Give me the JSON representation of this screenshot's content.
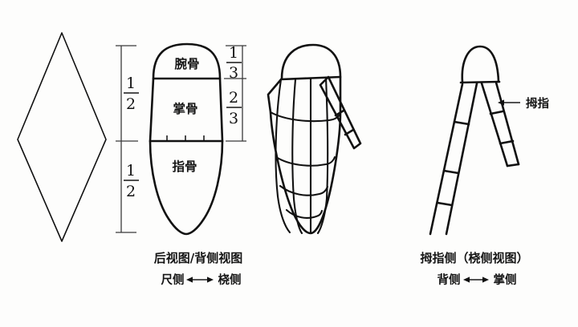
{
  "figure": {
    "title_hidden": "",
    "background_color": "#fdfdfc",
    "ink_color": "#111111"
  },
  "panels": {
    "left_diamond": {
      "name": "rhombus-shape",
      "caption": ""
    },
    "dorsal_view": {
      "bone_labels": {
        "carpal": "腕骨",
        "metacarpal": "掌骨",
        "phalange": "指骨"
      },
      "left_scale": {
        "upper": {
          "numerator": "1",
          "denominator": "2"
        },
        "lower": {
          "numerator": "1",
          "denominator": "2"
        }
      },
      "right_scale": {
        "upper": {
          "numerator": "1",
          "denominator": "3"
        },
        "lower": {
          "numerator": "2",
          "denominator": "3"
        }
      },
      "caption_main": "后视图/背侧视图",
      "caption_sub_left": "尺侧",
      "caption_sub_arrow": "⟷",
      "caption_sub_right": "桡侧",
      "caption_sub_full": "尺侧 ⟷ 桡侧"
    },
    "hand_grid_view": {
      "name": "segmented-hand-grid"
    },
    "radial_view": {
      "callout": {
        "arrow": "←",
        "label": "拇指"
      },
      "caption_main": "拇指侧（桡侧视图）",
      "caption_sub_left": "背侧",
      "caption_sub_arrow": "⟷",
      "caption_sub_right": "掌侧",
      "caption_sub_full": "背侧 ⟷ 掌侧"
    }
  }
}
